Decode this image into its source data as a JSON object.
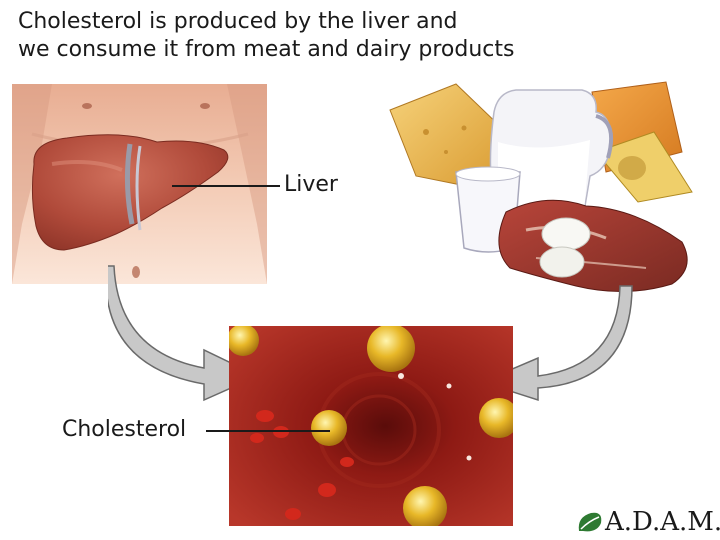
{
  "title": {
    "line1": "Cholesterol is produced by the liver and",
    "line2": "we consume it from meat and dairy products"
  },
  "labels": {
    "liver": "Liver",
    "cholesterol": "Cholesterol"
  },
  "brand": {
    "logo_text": "A.D.A.M."
  },
  "colors": {
    "skin": "#f0c2a8",
    "liver": "#b54a3a",
    "vessel": "#8c1c14",
    "cholesterol_globule": "#e0b020",
    "arrow": "#bdbdbd"
  }
}
